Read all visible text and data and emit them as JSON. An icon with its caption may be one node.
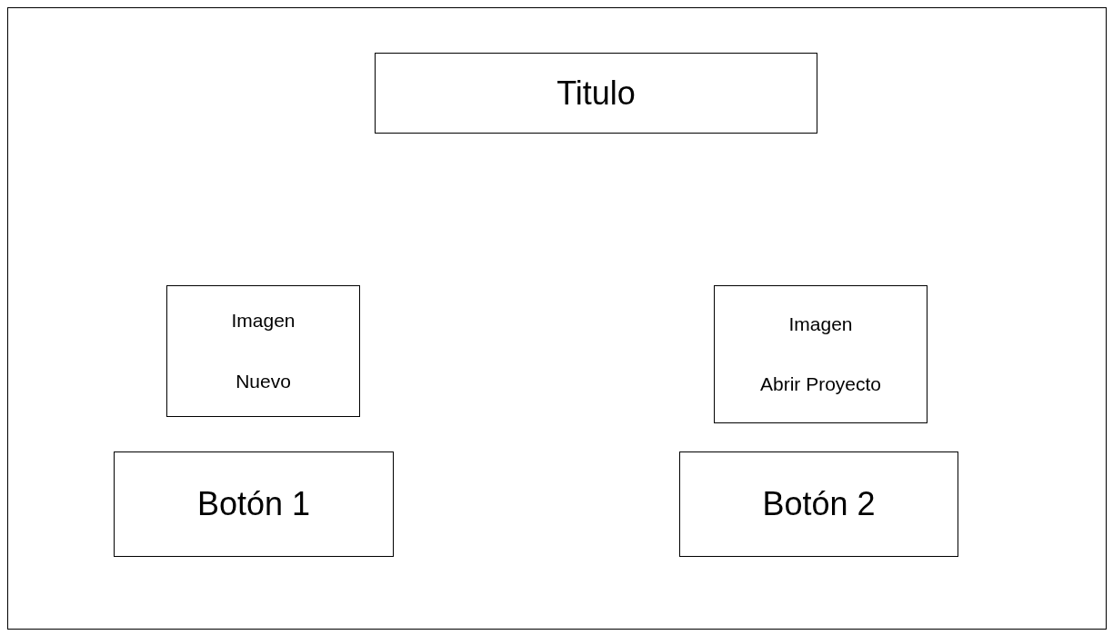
{
  "diagram": {
    "nodes": [
      {
        "text": [],
        "shape": "box"
      },
      {
        "text": [
          "Titulo"
        ],
        "in": 0
      },
      {
        "text": [
          "Imagen",
          "Nuevo"
        ],
        "in": 0
      },
      {
        "text": [
          "Imagen",
          "Abrir Proyecto"
        ],
        "in": 0
      },
      {
        "text": [
          "Botón 1"
        ],
        "in": 0
      },
      {
        "text": [
          "Botón 2"
        ],
        "in": 0
      }
    ]
  }
}
